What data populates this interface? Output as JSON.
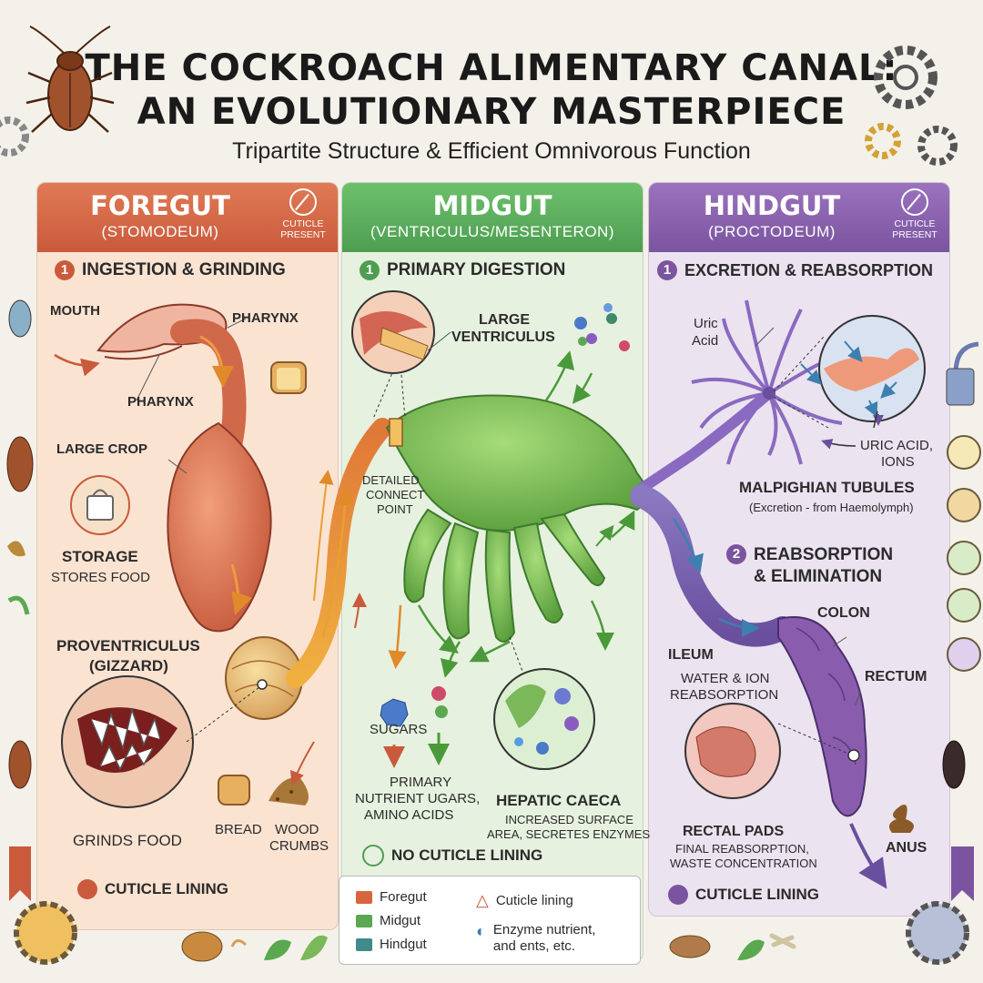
{
  "title": {
    "line1": "THE COCKROACH ALIMENTARY CANAL:",
    "line2": "AN EVOLUTIONARY MASTERPIECE",
    "subtitle": "Tripartite Structure & Efficient Omnivorous Function"
  },
  "foregut": {
    "name": "FOREGUT",
    "sub": "(STOMODEUM)",
    "cuticle_badge": "CUTICLE PRESENT",
    "section_num": "1",
    "section_title": "INGESTION & GRINDING",
    "labels": {
      "mouth": "MOUTH",
      "pharynx_top": "PHARYNX",
      "pharynx_bottom": "PHARYNX",
      "large_crop": "LARGE CROP",
      "storage": "STORAGE",
      "stores_food": "STORES FOOD",
      "proventriculus": "PROVENTRICULUS",
      "gizzard": "(GIZZARD)",
      "grinds_food": "GRINDS FOOD",
      "bread": "BREAD",
      "wood": "WOOD",
      "crumbs": "CRUMBS"
    },
    "footer": "CUTICLE LINING"
  },
  "midgut": {
    "name": "MIDGUT",
    "sub": "(VENTRICULUS/MESENTERON)",
    "section_num": "1",
    "section_title": "PRIMARY DIGESTION",
    "labels": {
      "large": "LARGE",
      "ventriculus": "VENTRICULUS",
      "detailed": "DETAILED",
      "connect": "CONNECT",
      "point": "POINT",
      "sugars": "SUGARS",
      "primary": "PRIMARY",
      "nutrient_ugars": "NUTRIENT UGARS,",
      "amino_acids": "AMINO ACIDS",
      "hepatic_caeca": "HEPATIC CAECA",
      "increased_surface": "INCREASED SURFACE",
      "area_secretes": "AREA, SECRETES ENZYMES"
    },
    "footer": "NO CUTICLE LINING"
  },
  "hindgut": {
    "name": "HINDGUT",
    "sub": "(PROCTODEUM)",
    "cuticle_badge": "CUTICLE PRESENT",
    "section1_num": "1",
    "section1_title": "EXCRETION & REABSORPTION",
    "section2_num": "2",
    "section2_title_line1": "REABSORPTION",
    "section2_title_line2": "& ELIMINATION",
    "labels": {
      "uric": "Uric",
      "acid": "Acid",
      "uric_acid_caps": "URIC ACID,",
      "ions": "IONS",
      "malpighian": "MALPIGHIAN TUBULES",
      "malpighian_sub": "(Excretion - from Haemolymph)",
      "colon": "COLON",
      "ileum": "ILEUM",
      "water_ion": "WATER & ION",
      "reabsorption": "REABSORPTION",
      "rectum": "RECTUM",
      "rectal_pads": "RECTAL PADS",
      "final_reabs": "FINAL REABSORPTION,",
      "waste_conc": "WASTE CONCENTRATION",
      "anus": "ANUS"
    },
    "footer": "CUTICLE LINING"
  },
  "legend": {
    "items": [
      {
        "label": "Foregut",
        "color": "#d9653f"
      },
      {
        "label": "Midgut",
        "color": "#5aa84f"
      },
      {
        "label": "Hindgut",
        "color": "#3f8a8a"
      }
    ],
    "cuticle": "Cuticle lining",
    "enzyme_line1": "Enzyme nutrient,",
    "enzyme_line2": "and ents, etc."
  },
  "colors": {
    "foregut": "#d9653f",
    "midgut": "#5aa84f",
    "hindgut": "#8b62ad"
  }
}
